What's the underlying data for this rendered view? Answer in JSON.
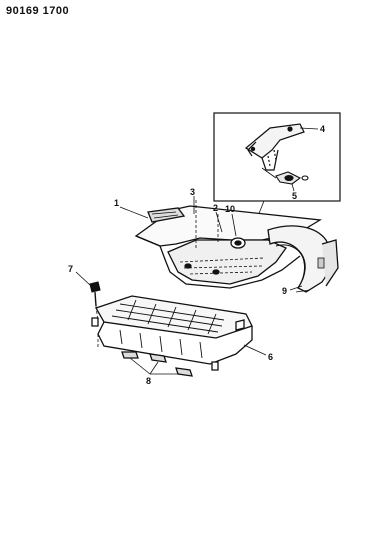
{
  "header": {
    "part_number": "90169 1700"
  },
  "diagram": {
    "callouts": [
      {
        "id": "c1",
        "label": "1"
      },
      {
        "id": "c2",
        "label": "2"
      },
      {
        "id": "c3",
        "label": "3"
      },
      {
        "id": "c4",
        "label": "4"
      },
      {
        "id": "c5",
        "label": "5"
      },
      {
        "id": "c6",
        "label": "6"
      },
      {
        "id": "c7",
        "label": "7"
      },
      {
        "id": "c8",
        "label": "8"
      },
      {
        "id": "c9",
        "label": "9"
      },
      {
        "id": "c10",
        "label": "10"
      }
    ]
  }
}
